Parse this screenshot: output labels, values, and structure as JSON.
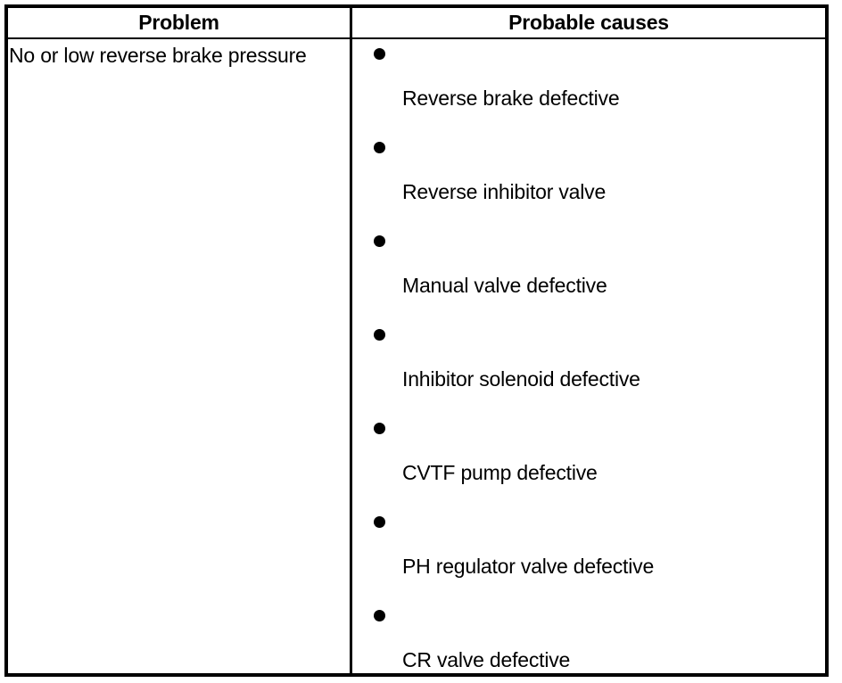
{
  "table": {
    "headers": {
      "problem": "Problem",
      "causes": "Probable causes"
    },
    "rows": [
      {
        "problem": "No or low reverse brake pressure",
        "causes": [
          "Reverse brake defective",
          "Reverse inhibitor valve",
          "Manual valve defective",
          "Inhibitor solenoid defective",
          "CVTF pump defective",
          "PH regulator valve defective",
          "CR valve defective"
        ]
      }
    ]
  },
  "style": {
    "border_color": "#000000",
    "text_color": "#000000",
    "background": "#ffffff",
    "bullet_glyph": "filled-circle"
  }
}
